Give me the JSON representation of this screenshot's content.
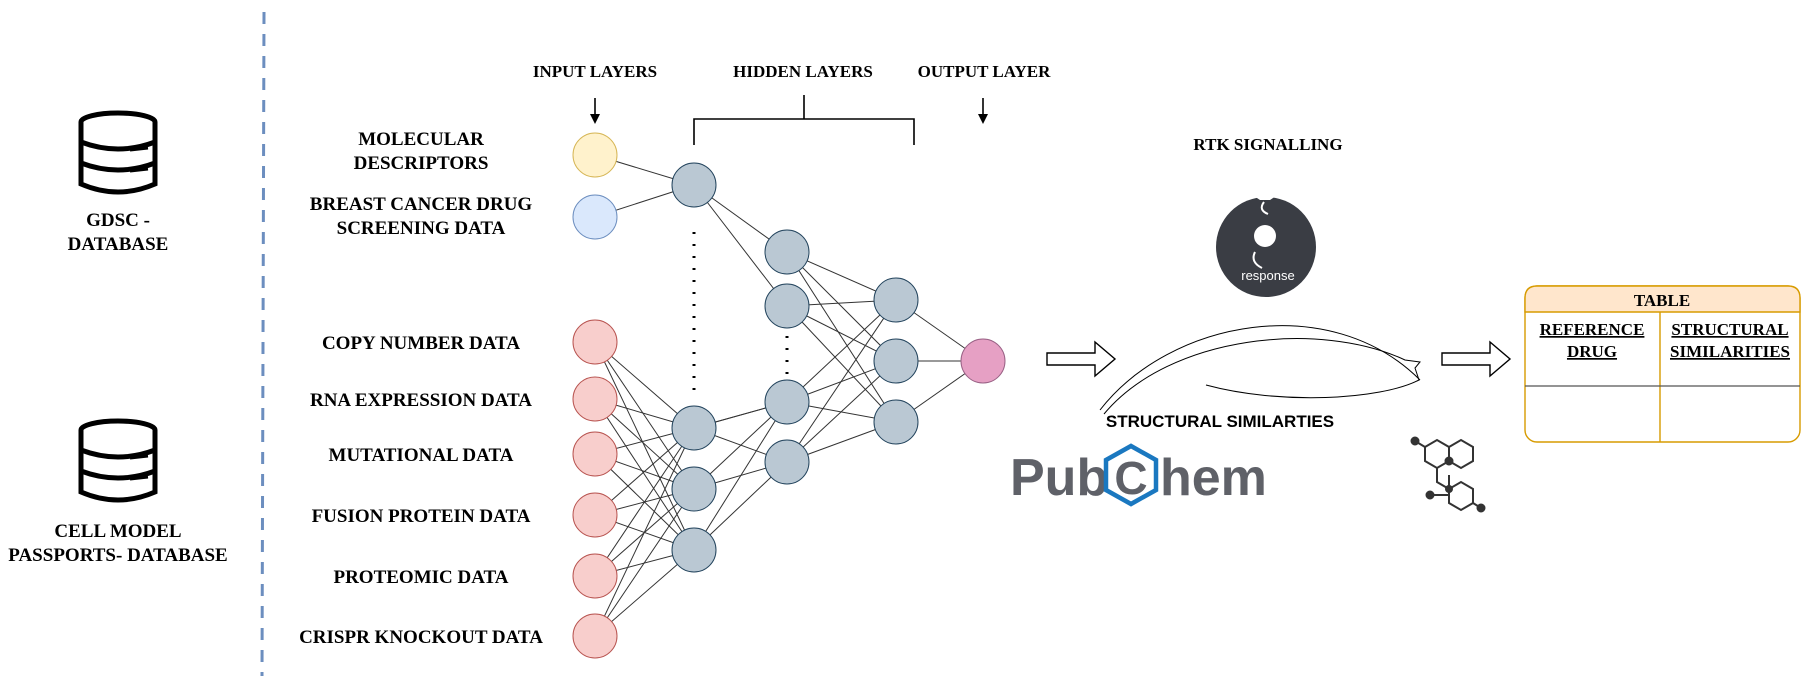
{
  "databases": [
    {
      "line1": "GDSC -",
      "line2": "DATABASE",
      "icon": "database-icon"
    },
    {
      "line1": "CELL MODEL",
      "line2": "PASSPORTS- DATABASE",
      "icon": "database-icon"
    }
  ],
  "layer_headers": {
    "input": "INPUT LAYERS",
    "hidden": "HIDDEN LAYERS",
    "output": "OUTPUT LAYER"
  },
  "inputs": [
    {
      "lines": [
        "MOLECULAR",
        "DESCRIPTORS"
      ],
      "color": "#fff2cc",
      "stroke": "#d6b656"
    },
    {
      "lines": [
        "BREAST CANCER DRUG",
        "SCREENING DATA"
      ],
      "color": "#dae8fc",
      "stroke": "#6c8ebf"
    },
    {
      "lines": [
        "COPY NUMBER DATA"
      ],
      "color": "#f8cecc",
      "stroke": "#b85450"
    },
    {
      "lines": [
        "RNA EXPRESSION DATA"
      ],
      "color": "#f8cecc",
      "stroke": "#b85450"
    },
    {
      "lines": [
        "MUTATIONAL DATA"
      ],
      "color": "#f8cecc",
      "stroke": "#b85450"
    },
    {
      "lines": [
        "FUSION PROTEIN DATA"
      ],
      "color": "#f8cecc",
      "stroke": "#b85450"
    },
    {
      "lines": [
        "PROTEOMIC DATA"
      ],
      "color": "#f8cecc",
      "stroke": "#b85450"
    },
    {
      "lines": [
        "CRISPR KNOCKOUT DATA"
      ],
      "color": "#f8cecc",
      "stroke": "#b85450"
    }
  ],
  "hidden_node_color": "#bac8d3",
  "hidden_node_stroke": "#23445d",
  "output_node_color": "#e6a0c4",
  "output_node_stroke": "#996185",
  "rtk": {
    "title": "RTK SIGNALLING",
    "icon_text": "response",
    "icon": "signalling-response-icon"
  },
  "structural": {
    "label": "STRUCTURAL SIMILARTIES",
    "pubchem_left": "Pub",
    "pubchem_c": "C",
    "pubchem_right": "hem",
    "molecule_icon": "molecule-icon"
  },
  "table": {
    "title": "TABLE",
    "col1": [
      "REFERENCE",
      "DRUG"
    ],
    "col2": [
      "STRUCTURAL",
      "SIMILARITIES"
    ],
    "header_fill": "#ffe6cc",
    "border": "#d79b00"
  }
}
